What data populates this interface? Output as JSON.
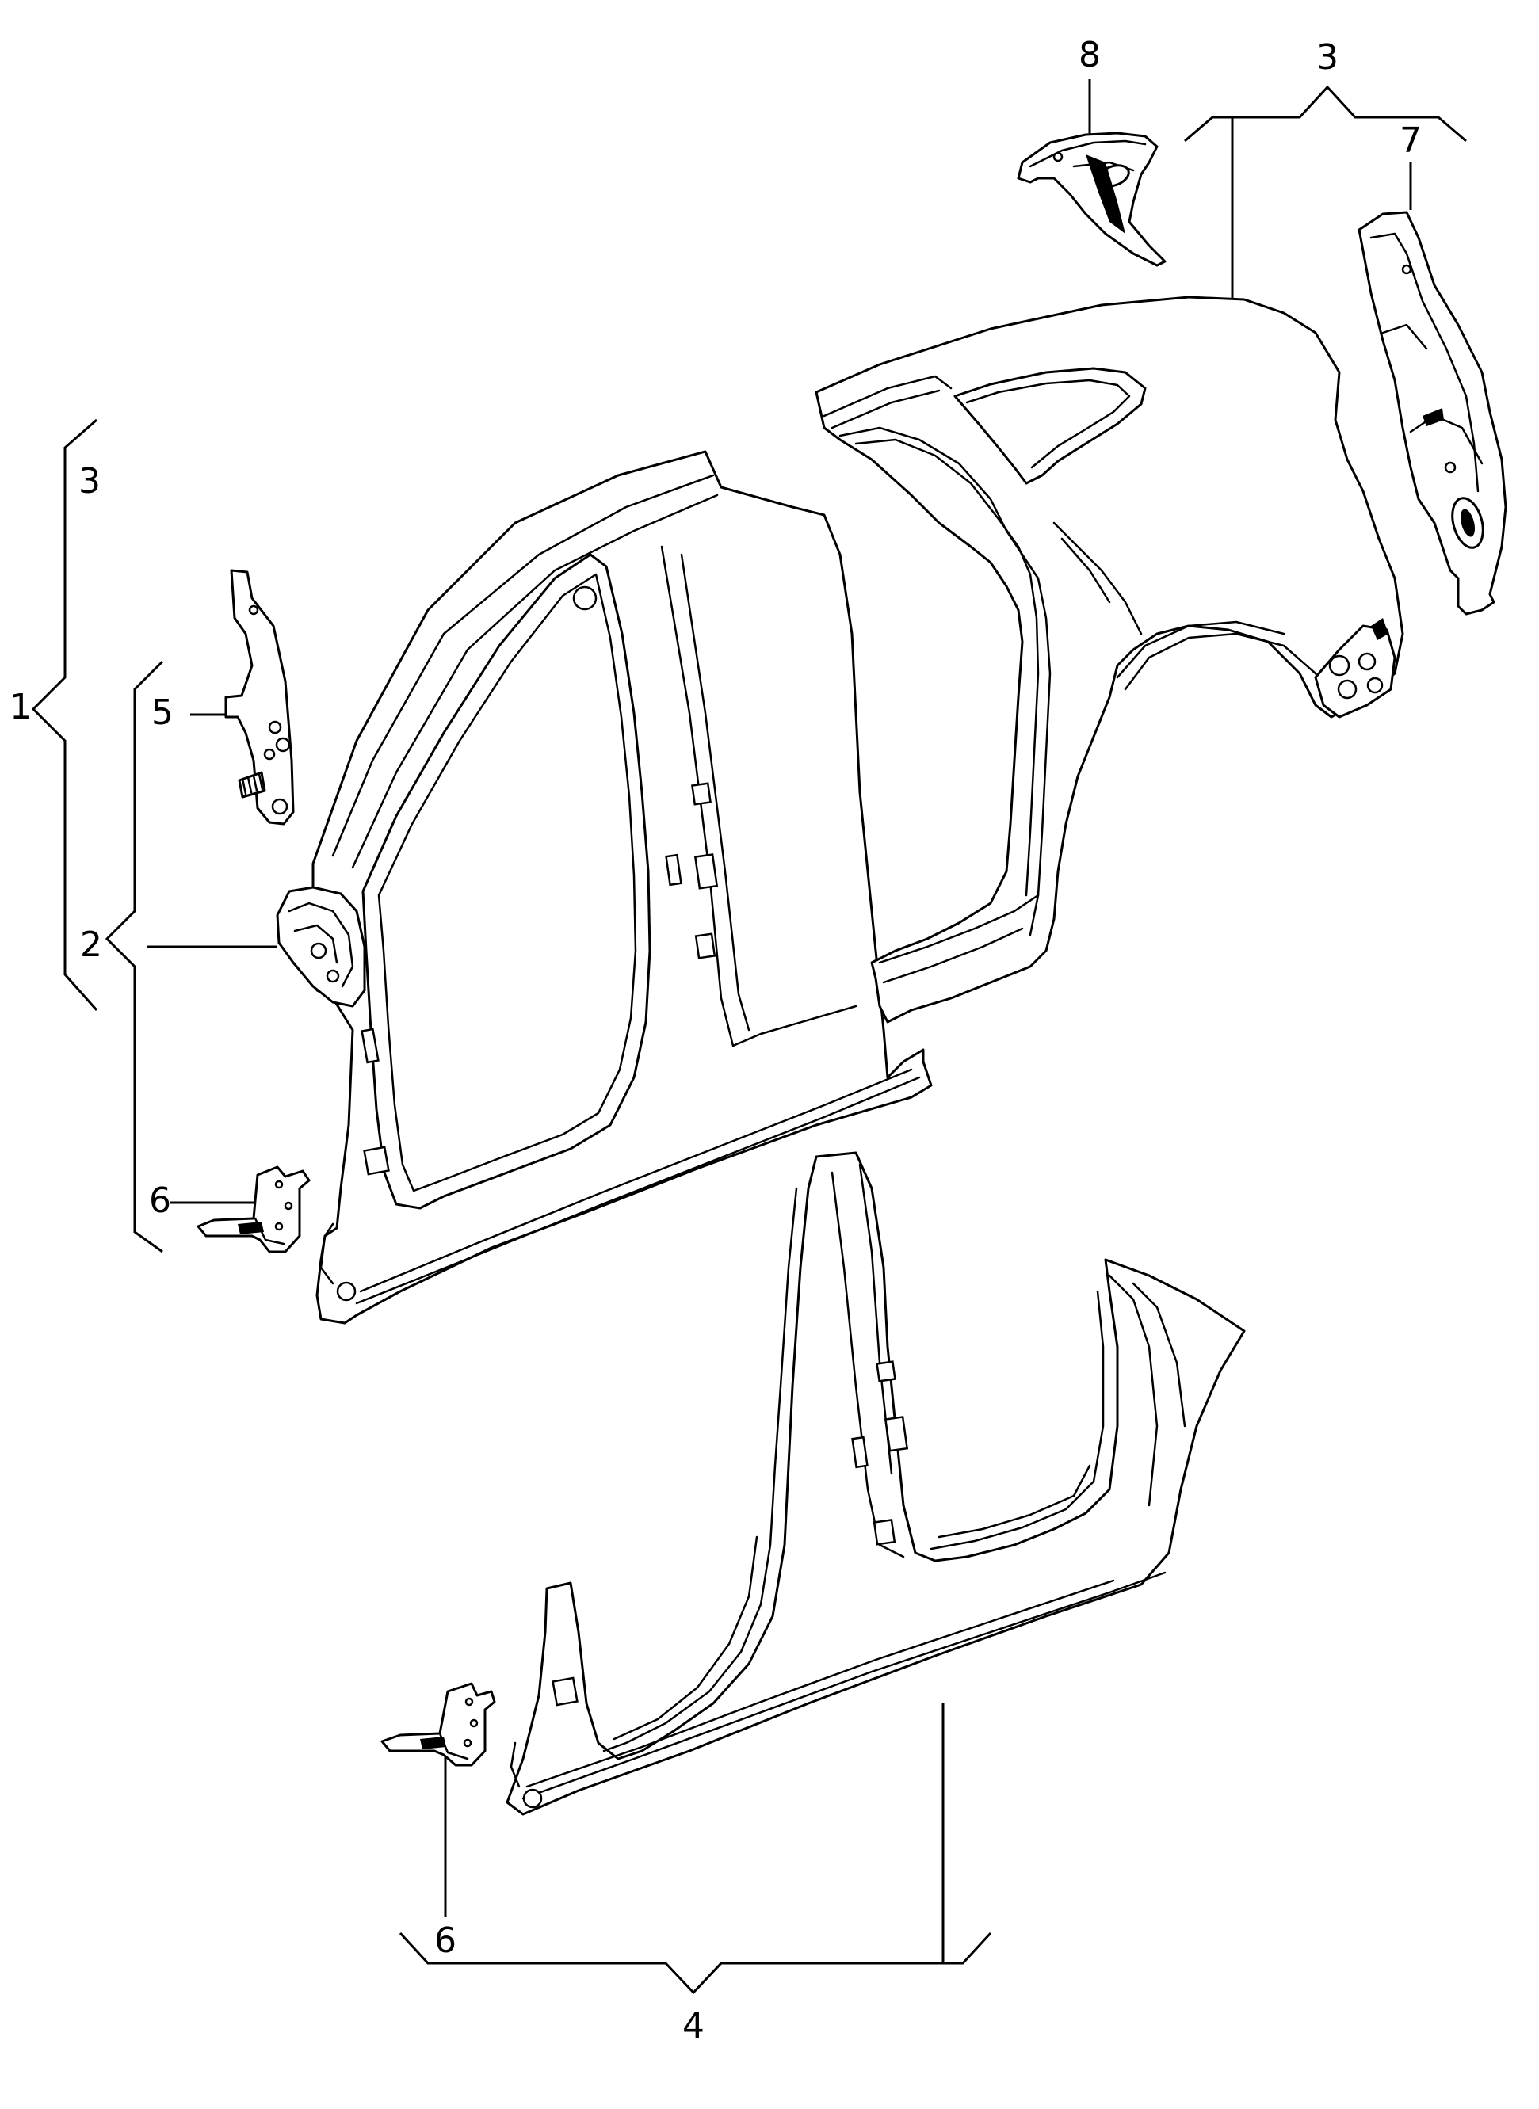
{
  "callouts": {
    "c1": "1",
    "c2": "2",
    "c3_left": "3",
    "c3_top": "3",
    "c4": "4",
    "c5": "5",
    "c6_upper": "6",
    "c6_lower": "6",
    "c7": "7",
    "c8": "8"
  },
  "colors": {
    "line": "#000000",
    "background": "#ffffff"
  }
}
